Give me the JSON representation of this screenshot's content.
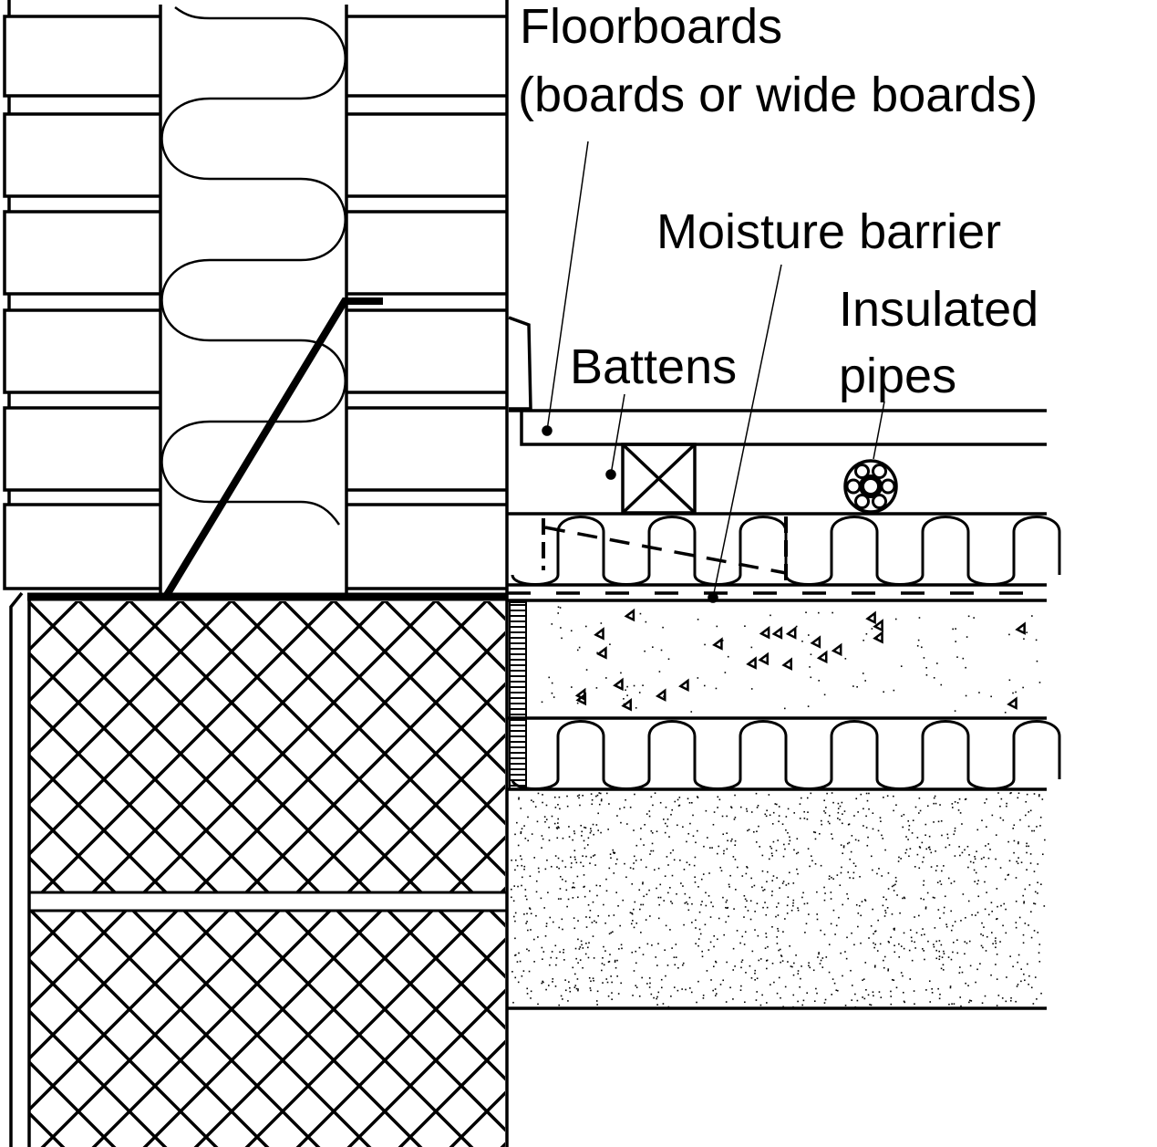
{
  "colors": {
    "ink": "#000000",
    "background": "#ffffff"
  },
  "labels": {
    "floorboards": "Floorboards",
    "floorboards_note": "(boards or wide boards)",
    "moisture_barrier": "Moisture barrier",
    "insulated": "Insulated",
    "pipes": "pipes",
    "battens": "Battens"
  }
}
